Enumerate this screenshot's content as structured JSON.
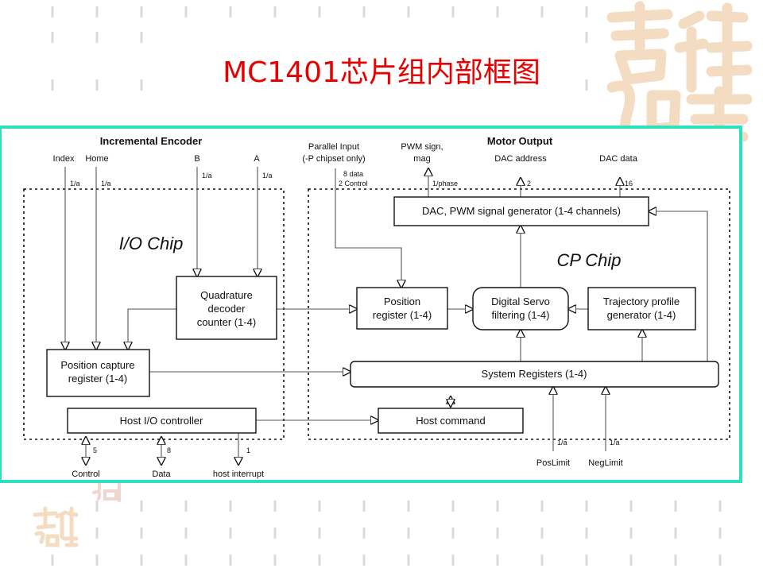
{
  "slide": {
    "title": "MC1401芯片组内部框图",
    "accent_color": "#e60000",
    "frame_color": "#2ee0c0",
    "watermark": "吉祥如意"
  },
  "diagram": {
    "headers": {
      "left": "Incremental Encoder",
      "right": "Motor Output"
    },
    "chips": {
      "io": "I/O Chip",
      "cp": "CP Chip"
    },
    "inputs": {
      "index": "Index",
      "home": "Home",
      "b": "B",
      "a": "A",
      "parallel_1": "Parallel Input",
      "parallel_2": "(-P chipset only)",
      "pwm_1": "PWM sign,",
      "pwm_2": "mag",
      "dac_addr": "DAC address",
      "dac_data": "DAC data"
    },
    "bus": {
      "index": "1/a",
      "home": "1/a",
      "b": "1/a",
      "a": "1/a",
      "par_1": "8 data",
      "par_2": "2 Control",
      "pwm": "1/phase",
      "dac_addr": "2",
      "dac_data": "16",
      "control": "5",
      "data": "8",
      "interrupt": "1",
      "poslimit": "1/a",
      "neglimit": "1/a"
    },
    "blocks": {
      "quadrature_1": "Quadrature",
      "quadrature_2": "decoder",
      "quadrature_3": "counter (1-4)",
      "capture_1": "Position capture",
      "capture_2": "register (1-4)",
      "host_io": "Host I/O controller",
      "position_1": "Position",
      "position_2": "register (1-4)",
      "servo_1": "Digital Servo",
      "servo_2": "filtering (1-4)",
      "trajectory_1": "Trajectory profile",
      "trajectory_2": "generator (1-4)",
      "dac": "DAC, PWM signal generator (1-4 channels)",
      "sysreg": "System Registers (1-4)",
      "host_cmd": "Host command"
    },
    "outputs": {
      "control": "Control",
      "data": "Data",
      "interrupt": "host interrupt",
      "poslimit": "PosLimit",
      "neglimit": "NegLimit"
    }
  }
}
